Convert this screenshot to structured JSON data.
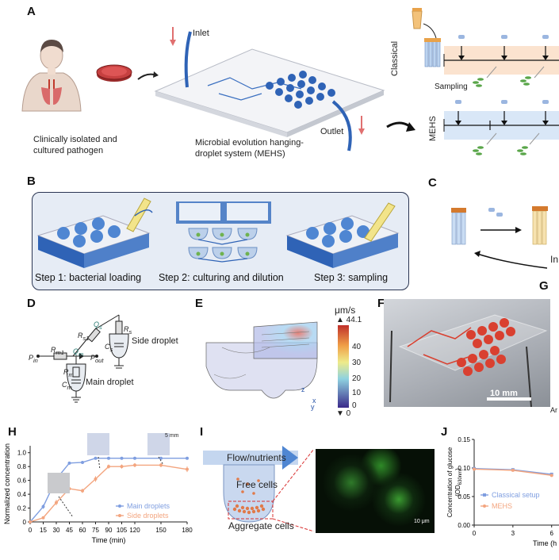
{
  "panels": [
    "A",
    "B",
    "C",
    "D",
    "E",
    "F",
    "G",
    "H",
    "I",
    "J"
  ],
  "panel_a": {
    "inlet": "Inlet",
    "outlet": "Outlet",
    "pathogen_caption_line1": "Clinically isolated and",
    "pathogen_caption_line2": "cultured pathogen",
    "mehs_caption_line1": "Microbial evolution hanging-",
    "mehs_caption_line2": "droplet system (MEHS)",
    "classical": "Classical",
    "mehs": "MEHS",
    "sampling": "Sampling"
  },
  "panel_b": {
    "step1": "Step 1: bacterial loading",
    "step2": "Step 2: culturing and dilution",
    "step3": "Step 3: sampling"
  },
  "panel_c": {
    "cut_text": "In"
  },
  "panel_d": {
    "side_droplet": "Side droplet",
    "main_droplet": "Main droplet",
    "pin": "P",
    "pin_sub": "in",
    "pout": "P",
    "pout_sub": "out",
    "rm": "R",
    "rm_sub": "m1",
    "qm": "Q",
    "qm_sub": "m",
    "rs1": "R",
    "rs1_sub": "s1",
    "qs": "Q",
    "qs_sub": "s",
    "rs": "R",
    "rs_sub": "s",
    "cs": "C",
    "cs_sub": "s",
    "rm2": "R",
    "rm2_sub": "m",
    "cm": "C",
    "cm_sub": "m"
  },
  "panel_e": {
    "unit": "μm/s",
    "max": "▲ 44.1",
    "min": "▼ 0",
    "ticks": [
      "40",
      "30",
      "20",
      "10",
      "0"
    ],
    "axis_z": "z",
    "axis_x": "x",
    "axis_y": "y"
  },
  "panel_f": {
    "scalebar": "10 mm",
    "cut_text": "Ar"
  },
  "panel_i": {
    "flow": "Flow/nutrients",
    "free_cells": "Free cells",
    "aggregate_cells": "Aggregate cells",
    "scalebar": "10 μm"
  },
  "chart_data": [
    {
      "panel": "H",
      "type": "line",
      "xlabel": "Time (min)",
      "ylabel": "Normalized concentration",
      "x": [
        0,
        15,
        30,
        45,
        60,
        75,
        90,
        105,
        120,
        150,
        180
      ],
      "x_ticks": [
        "0",
        "15",
        "30",
        "45",
        "60",
        "75",
        "90",
        "105",
        "120",
        "150",
        "180"
      ],
      "y_ticks": [
        "0",
        "0.2",
        "0.4",
        "0.6",
        "0.8",
        "1.0"
      ],
      "ylim": [
        0,
        1.1
      ],
      "legend_position": "right",
      "scalebar_label": "5 mm",
      "series": [
        {
          "name": "Main droplets",
          "color": "#7f9ee0",
          "values": [
            0.0,
            0.22,
            0.62,
            0.85,
            0.86,
            0.92,
            0.92,
            0.92,
            0.92,
            0.92,
            0.92
          ],
          "errors": [
            0.0,
            0.03,
            0.04,
            0.02,
            0.02,
            0.02,
            0.02,
            0.02,
            0.02,
            0.02,
            0.02
          ]
        },
        {
          "name": "Side droplets",
          "color": "#f3a57f",
          "values": [
            0.0,
            0.06,
            0.28,
            0.48,
            0.45,
            0.62,
            0.8,
            0.8,
            0.82,
            0.82,
            0.76
          ],
          "errors": [
            0.0,
            0.02,
            0.04,
            0.03,
            0.03,
            0.04,
            0.03,
            0.03,
            0.03,
            0.03,
            0.04
          ]
        }
      ]
    },
    {
      "panel": "J",
      "type": "line",
      "xlabel": "Time (h",
      "ylabel": "Concentration of glucose (OD630nm)",
      "ylabel_line1": "Concentration of glucose",
      "ylabel_line2": "(OD",
      "ylabel_sub": "630nm",
      "ylabel_end": ")",
      "x": [
        0,
        3,
        6
      ],
      "x_ticks": [
        "0",
        "3",
        "6"
      ],
      "y_ticks": [
        "0.00",
        "0.05",
        "0.10",
        "0.15"
      ],
      "ylim": [
        0,
        0.15
      ],
      "legend_position": "bottom-right",
      "series": [
        {
          "name": "Classical setup",
          "color": "#7f9ee0",
          "values": [
            0.099,
            0.097,
            0.089
          ]
        },
        {
          "name": "MEHS",
          "color": "#f3a57f",
          "values": [
            0.098,
            0.096,
            0.087
          ]
        }
      ]
    }
  ]
}
